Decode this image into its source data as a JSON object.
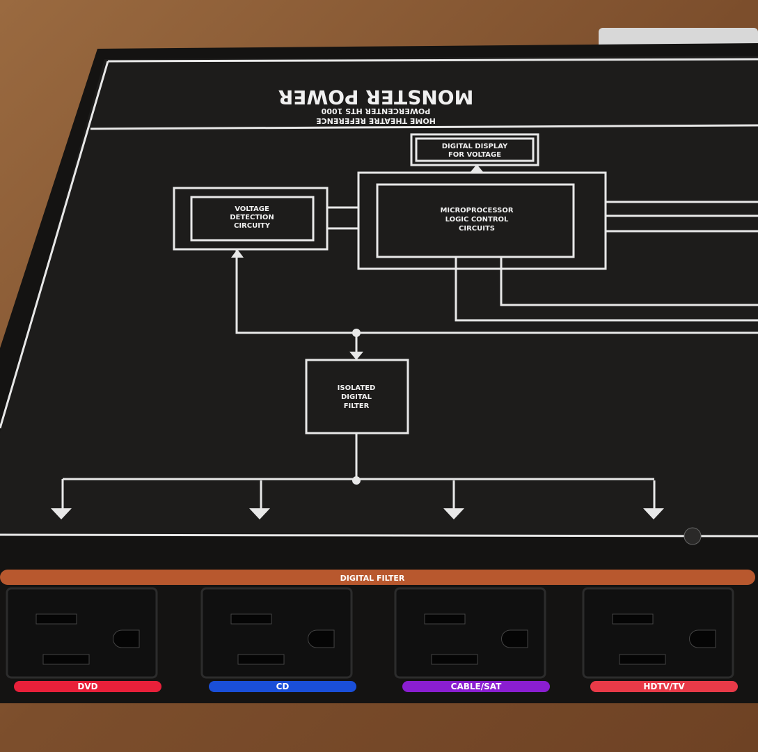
{
  "panel": {
    "brand": "MONSTER POWER",
    "model_line1": "HOME THEATRE REFERENCE",
    "model_line2": "POWERCENTER HTS 1000",
    "blocks": {
      "display": [
        "DIGITAL DISPLAY",
        "FOR VOLTAGE"
      ],
      "micro": [
        "MICROPROCESSOR",
        "LOGIC CONTROL",
        "CIRCUITS"
      ],
      "voltage": [
        "VOLTAGE",
        "DETECTION",
        "CIRCUITY"
      ],
      "filter": [
        "ISOLATED",
        "DIGITAL",
        "FILTER"
      ]
    },
    "strip_label": "DIGITAL FILTER",
    "outlets": [
      {
        "label": "DVD",
        "color": "#e8203a"
      },
      {
        "label": "CD",
        "color": "#1a4fd8"
      },
      {
        "label": "CABLE/SAT",
        "color": "#8a1ed0"
      },
      {
        "label": "HDTV/TV",
        "color": "#e83a48"
      }
    ],
    "colors": {
      "strip": "#b8582e",
      "panel": "#1a1918",
      "line": "#e8e8e8",
      "wood": "#8a5a34"
    }
  }
}
